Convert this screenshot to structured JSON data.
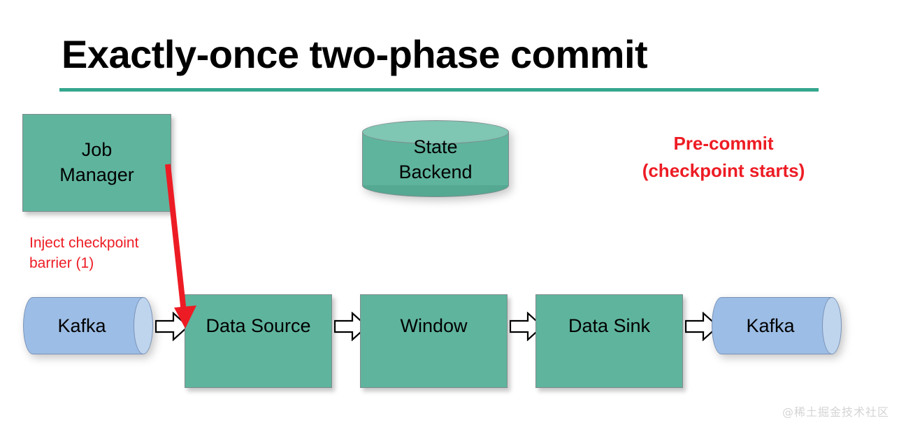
{
  "slide": {
    "title": "Exactly-once two-phase commit",
    "rule_color": "#35A78E",
    "background": "#ffffff"
  },
  "palette": {
    "teal_fill": "#5FB49D",
    "teal_top": "#7FC6B3",
    "blue_fill": "#9CBDE5",
    "blue_cap": "#BFD5EE",
    "red_accent": "#ED1C24",
    "shape_outline": "#7F8C8D",
    "watermark": "#D4D4D4"
  },
  "nodes": {
    "job_manager": {
      "label": "Job\nManager",
      "line1": "Job",
      "line2": "Manager",
      "shape": "rectangle",
      "color": "#5FB49D"
    },
    "state_backend": {
      "label": "State\nBackend",
      "line1": "State",
      "line2": "Backend",
      "shape": "cylinder",
      "color": "#5FB49D"
    },
    "kafka_source": {
      "label": "Kafka",
      "shape": "cylinder",
      "color": "#9CBDE5"
    },
    "data_source": {
      "label": "Data Source",
      "shape": "rectangle",
      "color": "#5FB49D"
    },
    "window": {
      "label": "Window",
      "shape": "rectangle",
      "color": "#5FB49D"
    },
    "data_sink": {
      "label": "Data Sink",
      "shape": "rectangle",
      "color": "#5FB49D"
    },
    "kafka_sink": {
      "label": "Kafka",
      "shape": "cylinder",
      "color": "#9CBDE5"
    }
  },
  "annotations": {
    "inject_barrier": {
      "line1": "Inject checkpoint",
      "line2": "barrier (1)",
      "color": "#ED1C24",
      "bold": false
    },
    "pre_commit": {
      "line1": "Pre-commit",
      "line2": "(checkpoint starts)",
      "color": "#ED1C24",
      "bold": true
    }
  },
  "flow": {
    "arrows": [
      {
        "name": "kafka-source-to-data-source",
        "style": "block-outline"
      },
      {
        "name": "data-source-to-window",
        "style": "block-outline"
      },
      {
        "name": "window-to-data-sink",
        "style": "block-outline"
      },
      {
        "name": "data-sink-to-kafka-sink",
        "style": "block-outline"
      }
    ],
    "barrier_arrow": {
      "name": "job-manager-to-data-source",
      "style": "solid-red",
      "color": "#ED1C24"
    }
  },
  "watermark": {
    "text": "@稀土掘金技术社区"
  }
}
